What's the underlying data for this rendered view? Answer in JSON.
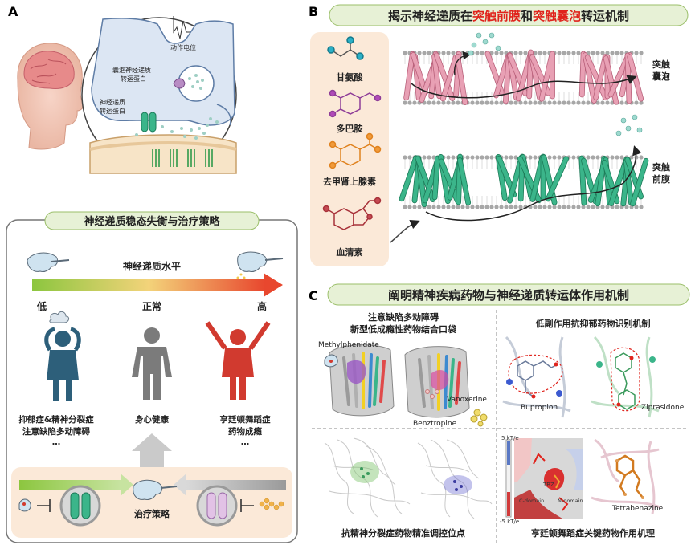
{
  "panel_a": {
    "letter": "A",
    "action_potential_label": "动作电位",
    "vesicular_transporter_label_1": "囊泡神经递质",
    "vesicular_transporter_label_2": "转运蛋白",
    "membrane_transporter_label_1": "神经递质",
    "membrane_transporter_label_2": "转运蛋白",
    "strategy_box_title": "神经递质稳态失衡与治疗策略",
    "level_label": "神经递质水平",
    "low_label": "低",
    "normal_label": "正常",
    "high_label": "高",
    "low_disease_line1": "抑郁症&精神分裂症",
    "low_disease_line2": "注意缺陷多动障碍",
    "low_disease_line3": "…",
    "normal_state": "身心健康",
    "high_disease_line1": "亨廷顿舞蹈症",
    "high_disease_line2": "药物成瘾",
    "high_disease_line3": "…",
    "therapy_label": "治疗策略"
  },
  "panel_b": {
    "letter": "B",
    "title_part1": "揭示神经递质在",
    "title_part2": "突触前膜",
    "title_part3": "和",
    "title_part4": "突触囊泡",
    "title_part5": "转运机制",
    "molecules": [
      "甘氨酸",
      "多巴胺",
      "去甲肾上腺素",
      "血清素"
    ],
    "vesicle_label_1": "突触",
    "vesicle_label_2": "囊泡",
    "presynaptic_label_1": "突触",
    "presynaptic_label_2": "前膜"
  },
  "panel_c": {
    "letter": "C",
    "title": "阐明精神疾病药物与神经递质转运体作用机制",
    "q1_title_1": "注意缺陷多动障碍",
    "q1_title_2": "新型低成瘾性药物结合口袋",
    "q1_drug_1": "Methylphenidate",
    "q1_drug_2": "Vanoxerine",
    "q1_drug_3": "Benztropine",
    "q2_title": "低副作用抗抑郁药物识别机制",
    "q2_drug_1": "Bupropion",
    "q2_drug_2": "Ziprasidone",
    "q3_title": "抗精神分裂症药物精准调控位点",
    "q4_title": "亨廷顿舞蹈症关键药物作用机理",
    "q4_scale_top": "5 kT/e",
    "q4_scale_bottom": "-5 kT/e",
    "q4_tbz": "TBZ",
    "q4_c_domain": "C-domain",
    "q4_n_domain": "N-domain",
    "q4_drug": "Tetrabenazine"
  },
  "colors": {
    "accent_red": "#e0231c",
    "pink_helix": "#e8a0b4",
    "green_helix": "#3bb58a",
    "box_bg": "#fbe9d8",
    "title_bg": "#e7f1d6"
  }
}
